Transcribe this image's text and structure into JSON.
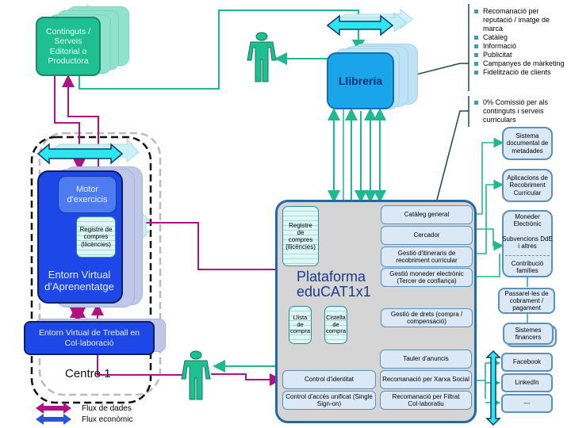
{
  "diagram": {
    "producer": {
      "label": "Continguts / Serveis Editorial o Productora"
    },
    "bookstore": {
      "label": "Llibreria"
    },
    "bookstore_services": [
      "Recomanació per reputació / imatge de marca",
      "Catàleg",
      "Informació",
      "Publicitat",
      "Campanyes de màrketing",
      "Fidelització de clients"
    ],
    "commission_note": "0% Comissió per als continguts i serveis curriculars",
    "centre": {
      "label": "Centre 1",
      "motor": "Motor d'exercicis",
      "register": "Registre de compres (llicències)",
      "eva": "Entorn Virtual d'Aprenentatge",
      "evtc": "Entorn Virtual de Treball en Col·laboració"
    },
    "platform": {
      "title_prefix_1": "P",
      "title_rest_1": "lataforma",
      "title_prefix_2": "edu",
      "title_rest_2": "CAT1x1",
      "register": "Registre de compres (llicències)",
      "wishlist": "Llista de compra",
      "cart": "Cistella de compra",
      "modules": {
        "catalog": "Catàleg general",
        "search": "Cercador",
        "itineraries": "Gestió d'itineraris de recobriment curricular",
        "wallet": "Gestió moneder electrònic (Tercer de confiança)",
        "rights": "Gestió de drets (compra / compensació)",
        "board": "Tauler d'anuncis",
        "identity": "Control d'identitat",
        "sso": "Control d'accés unificat (Single Sign-on)",
        "social_rec": "Recomanació per Xarxa Social",
        "collab_rec": "Recomanació per Filtrat Col·laboratiu"
      }
    },
    "external": {
      "metadata": "Sistema documental de metadades",
      "curricular_apps": "Aplicacions de Recobriment Curricular",
      "wallet_title": "Moneder Electrònic",
      "wallet_subsidies": "Subvencions DdE i altres",
      "wallet_family": "Contribució famílies",
      "gateways": "Passarel·les de cobrament / pagament",
      "financial": "Sistemes financers",
      "social": [
        "Facebook",
        "LinkedIn",
        "---"
      ]
    },
    "legend": {
      "data_flow": "Flux de dades",
      "economic_flow": "Flux econòmic"
    },
    "colors": {
      "data_flow": "#b0127f",
      "economic_flow": "#2a55d6",
      "link": "#1fb890",
      "arrow_fill": "#2ee6ef"
    }
  }
}
